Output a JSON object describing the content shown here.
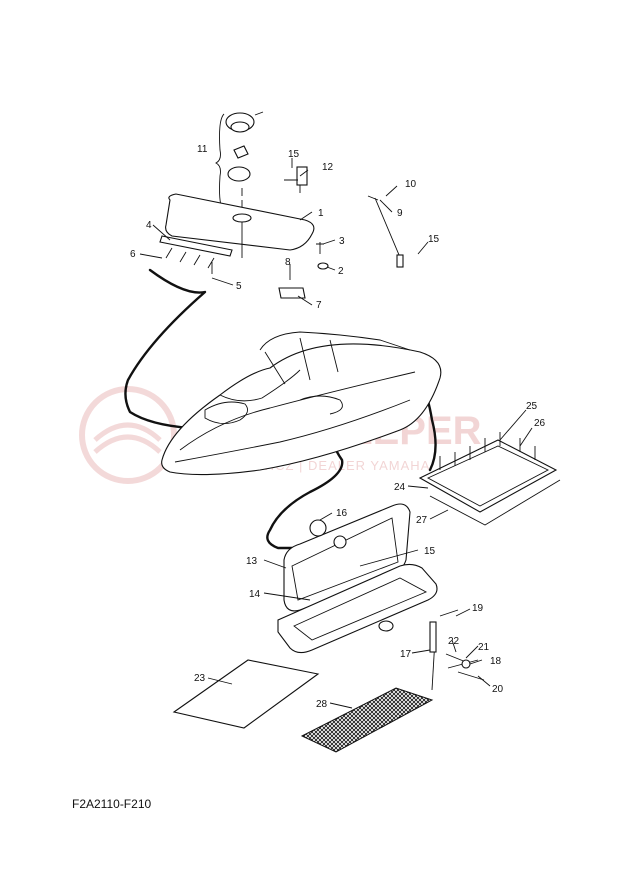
{
  "diagram_code": "F2A2110-F210",
  "watermark": {
    "title": "MOTOKLEPER",
    "subtitle": "ZEMBOWICZ | DEALER YAMAHA"
  },
  "callouts": {
    "c1": "1",
    "c2": "2",
    "c3": "3",
    "c4": "4",
    "c5": "5",
    "c6": "6",
    "c7": "7",
    "c8": "8",
    "c9": "9",
    "c10": "10",
    "c11": "11",
    "c12": "12",
    "c13": "13",
    "c14": "14",
    "c15a": "15",
    "c15b": "15",
    "c15c": "15",
    "c16": "16",
    "c17": "17",
    "c18": "18",
    "c19": "19",
    "c20": "20",
    "c21": "21",
    "c22": "22",
    "c23": "23",
    "c24": "24",
    "c25": "25",
    "c26": "26",
    "c27": "27",
    "c28": "28"
  }
}
